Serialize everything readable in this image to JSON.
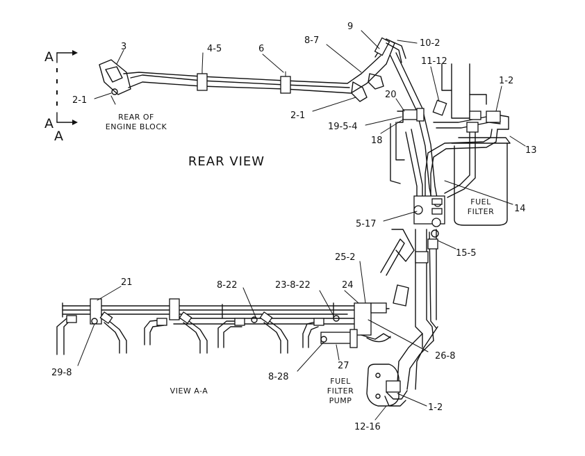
{
  "captions": {
    "rear_of_engine_block": [
      "REAR OF",
      "ENGINE BLOCK"
    ],
    "rear_view": "REAR VIEW",
    "view_aa": "VIEW A-A",
    "fuel_filter": [
      "FUEL",
      "FILTER"
    ],
    "fuel_filter_pump": [
      "FUEL",
      "FILTER",
      "PUMP"
    ]
  },
  "section_marker": {
    "top": "A",
    "bottom": "A",
    "bottom_sub": "A"
  },
  "callouts": {
    "c3": "3",
    "c4_5": "4-5",
    "c6": "6",
    "c8_7": "8-7",
    "c9": "9",
    "c10_2": "10-2",
    "c11_12": "11-12",
    "c1_2_top": "1-2",
    "c2_1_left": "2-1",
    "c2_1_right": "2-1",
    "c20": "20",
    "c19_5_4": "19-5-4",
    "c18": "18",
    "c13": "13",
    "c14": "14",
    "c5_17": "5-17",
    "c15_5": "15-5",
    "c25_2": "25-2",
    "c21": "21",
    "c8_22": "8-22",
    "c23_8_22": "23-8-22",
    "c24": "24",
    "c26_8": "26-8",
    "c29_8": "29-8",
    "c8_28": "8-28",
    "c27": "27",
    "c1_2_bottom": "1-2",
    "c12_16": "12-16"
  }
}
